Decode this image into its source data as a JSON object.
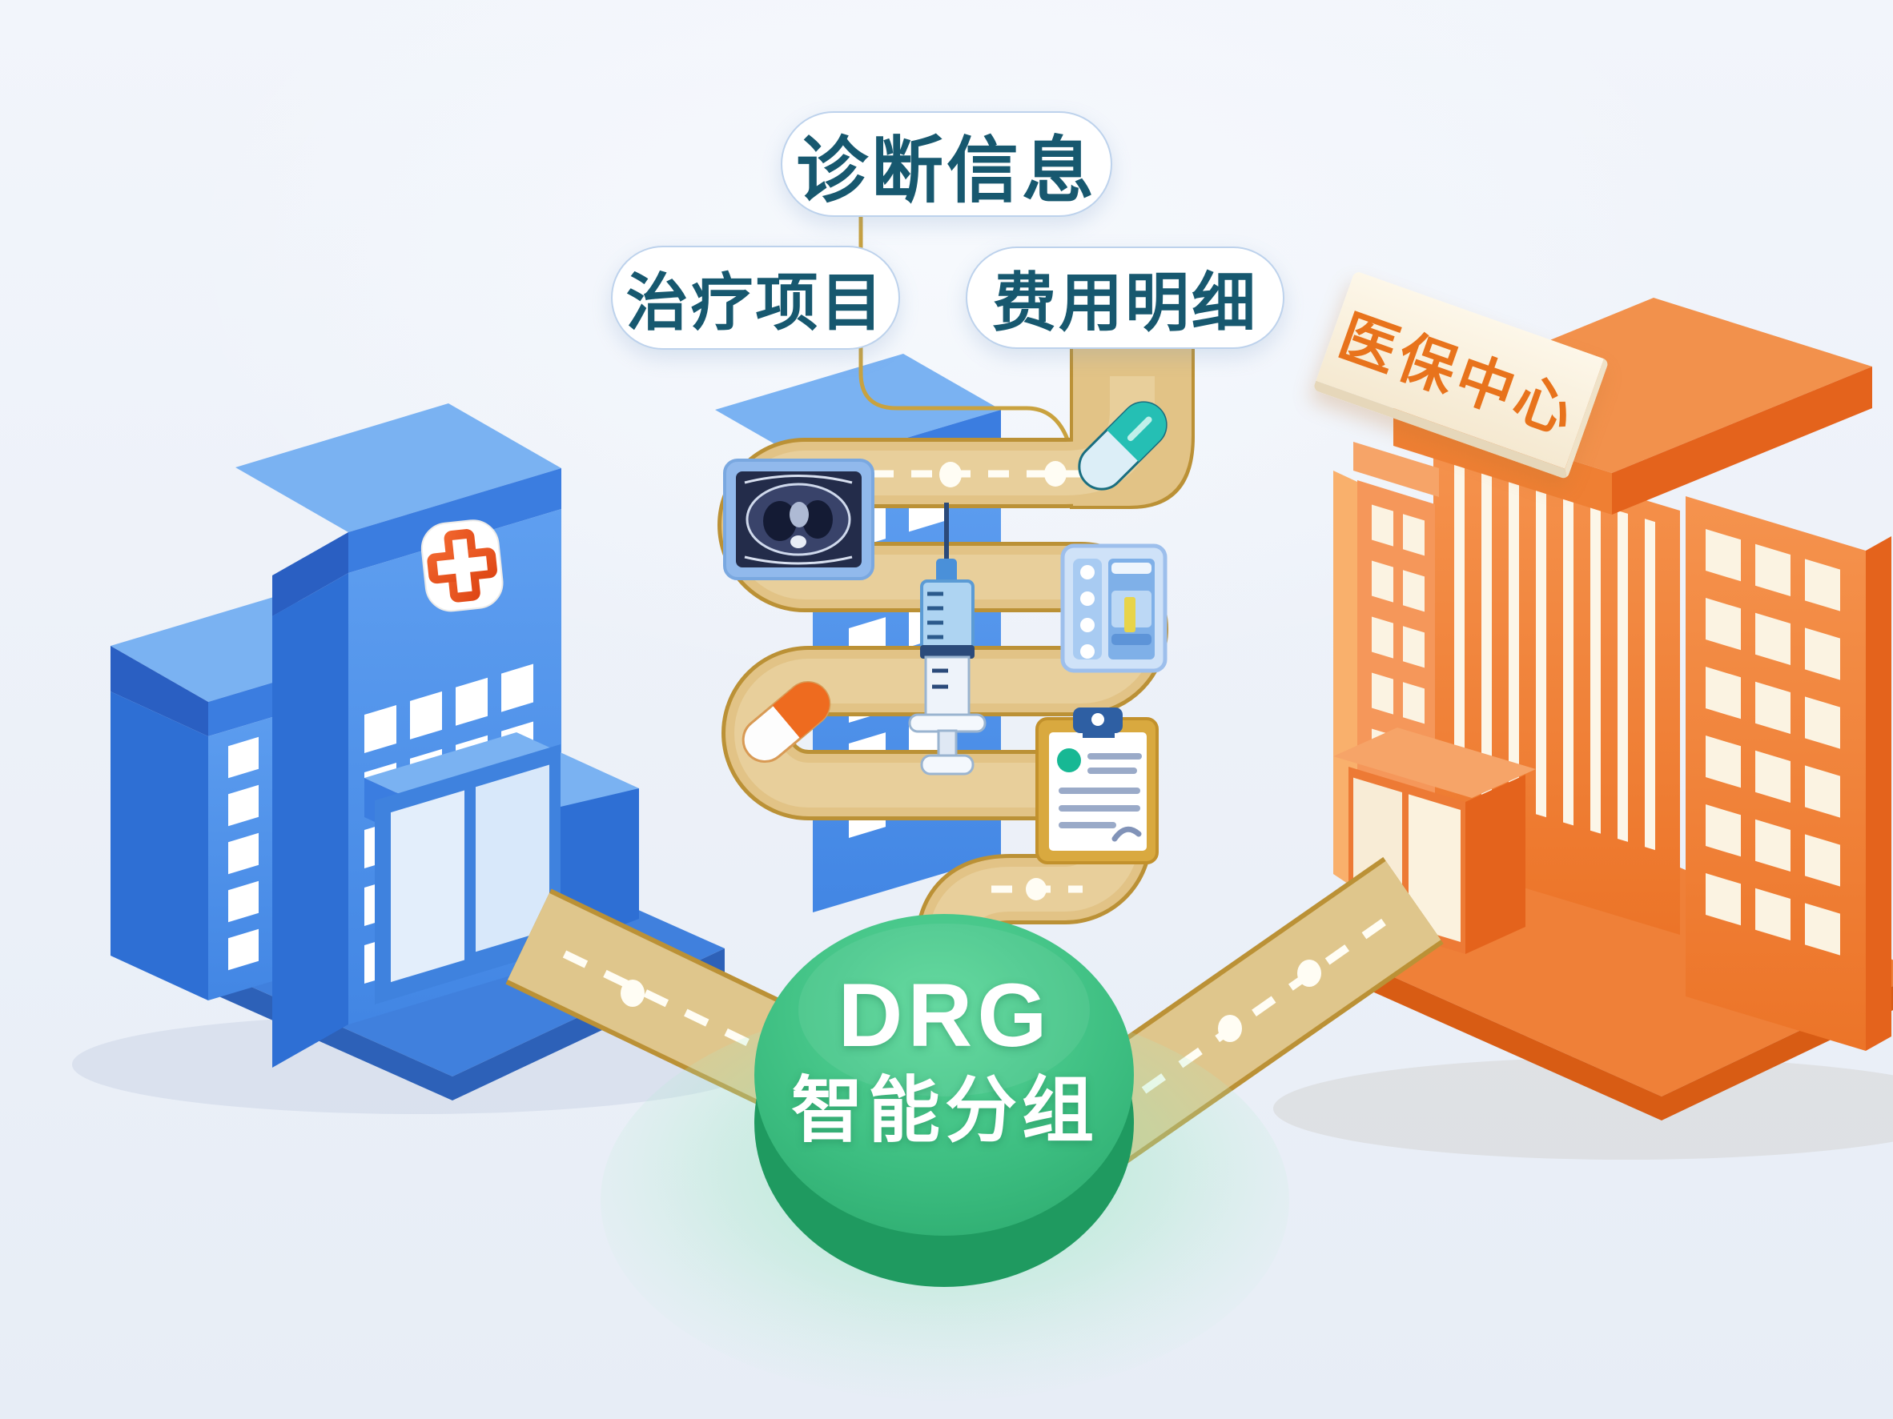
{
  "bubbles": {
    "diagnosis": "诊断信息",
    "treatment": "治疗项目",
    "cost": "费用明细"
  },
  "sign": {
    "text": "医保中心"
  },
  "drg": {
    "line1": "DRG",
    "line2": "智能分组"
  },
  "icons": [
    "hospital-cross-icon",
    "ct-scan-icon",
    "capsule-icon",
    "medicine-box-icon",
    "pill-icon",
    "syringe-icon",
    "prescription-clipboard-icon"
  ],
  "colors": {
    "bg_top": "#f2f5fb",
    "bg_bottom": "#e7edf6",
    "bubble_border": "#bdd2ec",
    "bubble_text": "#17586f",
    "path_gold": "#e2c386",
    "path_gold_light": "#eedcb0",
    "path_border": "#bb9136",
    "road_gold": "#dfc68c",
    "dash_white": "#fffdf4",
    "hospital_blue": "#4b91ea",
    "hospital_blue_dark": "#2e6fd4",
    "hospital_blue_deep": "#2d61b8",
    "hospital_blue_light": "#7ab2f2",
    "hospital_blue_band": "#3b7de0",
    "cross_orange": "#e85325",
    "insurance_orange": "#f08040",
    "insurance_orange_dark": "#e4631c",
    "insurance_orange_light": "#f6a468",
    "insurance_cream": "#fbf3e2",
    "sign_text": "#e8731c",
    "disc_green": "#35b276",
    "disc_green_dark": "#1f9a60",
    "glow_green": "#7fe0ae",
    "window_white": "#ffffff"
  }
}
